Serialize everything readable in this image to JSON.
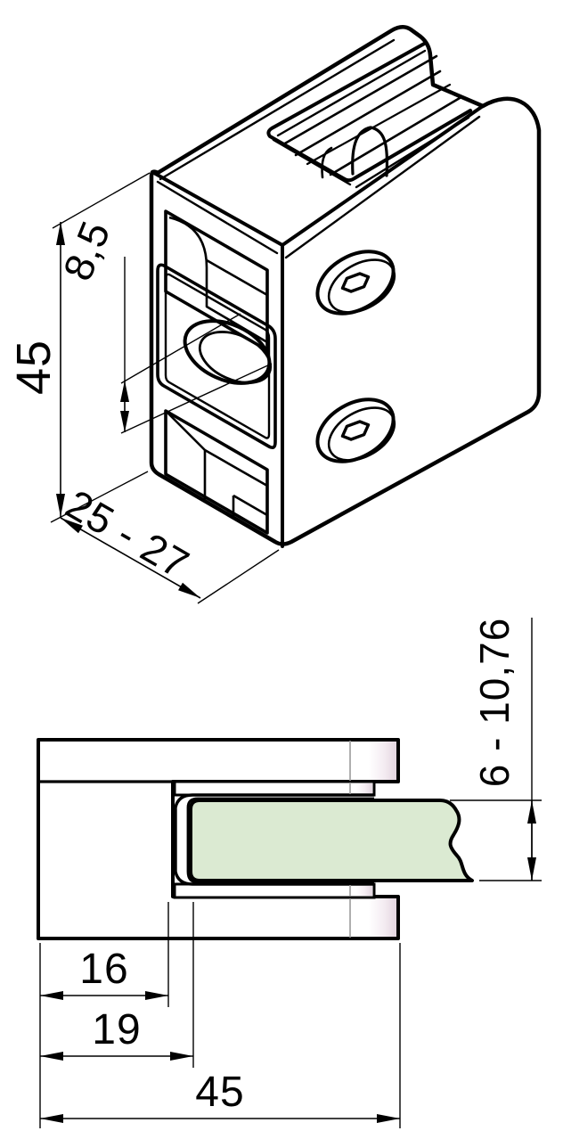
{
  "colors": {
    "background": "#ffffff",
    "line": "#000000",
    "glass": "#dbead2",
    "shade": "#e3d5df",
    "contour": "#9b9b9b"
  },
  "views": {
    "isometric": {
      "dims": {
        "height": {
          "label": "45"
        },
        "hole": {
          "label": "8,5"
        },
        "depth": {
          "label": "25 - 27"
        }
      }
    },
    "side": {
      "dims": {
        "glass_thickness": {
          "label": "6 - 10,76"
        },
        "slot_depth": {
          "label": "16"
        },
        "glass_offset": {
          "label": "19"
        },
        "width": {
          "label": "45"
        }
      }
    }
  }
}
